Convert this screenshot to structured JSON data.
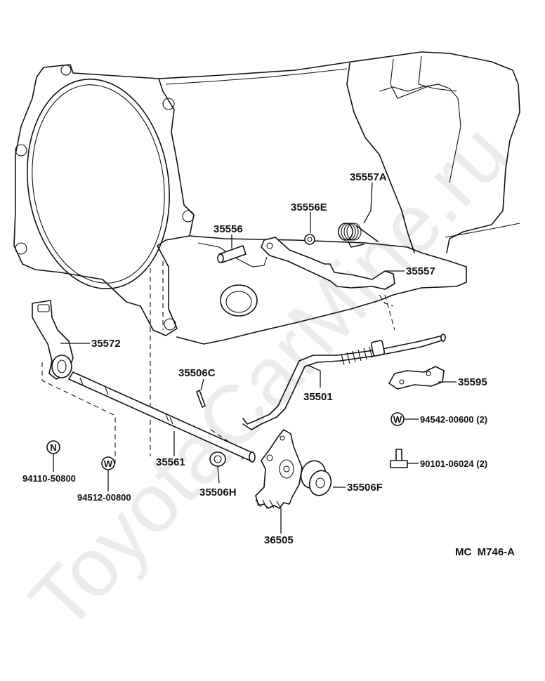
{
  "watermark": "ToyotaCarMine.ru",
  "reference_code": "MC  M746-A",
  "callouts": {
    "p35557A": "35557A",
    "p35556E": "35556E",
    "p35556": "35556",
    "p35557": "35557",
    "p35572": "35572",
    "p35506C": "35506C",
    "p35501": "35501",
    "p35595": "35595",
    "p94542": "94542-00600 (2)",
    "p90101": "90101-06024 (2)",
    "p94110": "94110-50800",
    "p94512": "94512-00800",
    "p35561": "35561",
    "p35506H": "35506H",
    "p35506F": "35506F",
    "p35505": "36505"
  },
  "symbols": {
    "nut_marker": "N",
    "washer_marker": "W",
    "washer_marker2": "W"
  }
}
